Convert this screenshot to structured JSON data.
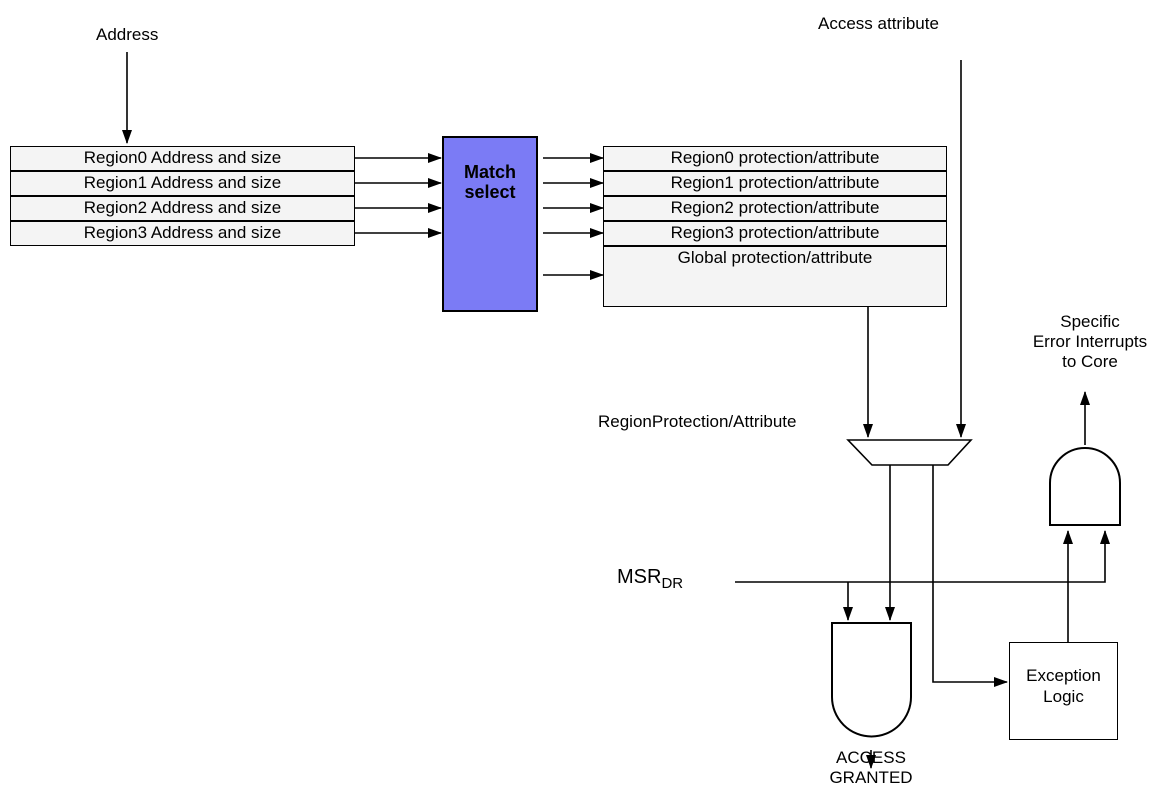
{
  "labels": {
    "address": "Address",
    "access_attribute": "Access attribute",
    "region_protection": "RegionProtection/Attribute",
    "msr_main": "MSR",
    "msr_sub": "DR",
    "specific_line1": "Specific",
    "specific_line2": "Error Interrupts",
    "specific_line3": "to Core",
    "access_granted_line1": "ACCESS",
    "access_granted_line2": "GRANTED"
  },
  "match_select": {
    "line1": "Match",
    "line2": "select"
  },
  "address_regions": [
    "Region0 Address and size",
    "Region1 Address and size",
    "Region2 Address and size",
    "Region3 Address and size"
  ],
  "protection_regions": [
    "Region0 protection/attribute",
    "Region1 protection/attribute",
    "Region2 protection/attribute",
    "Region3 protection/attribute"
  ],
  "global_protection": "Global protection/attribute",
  "exception_logic": {
    "line1": "Exception",
    "line2": "Logic"
  }
}
